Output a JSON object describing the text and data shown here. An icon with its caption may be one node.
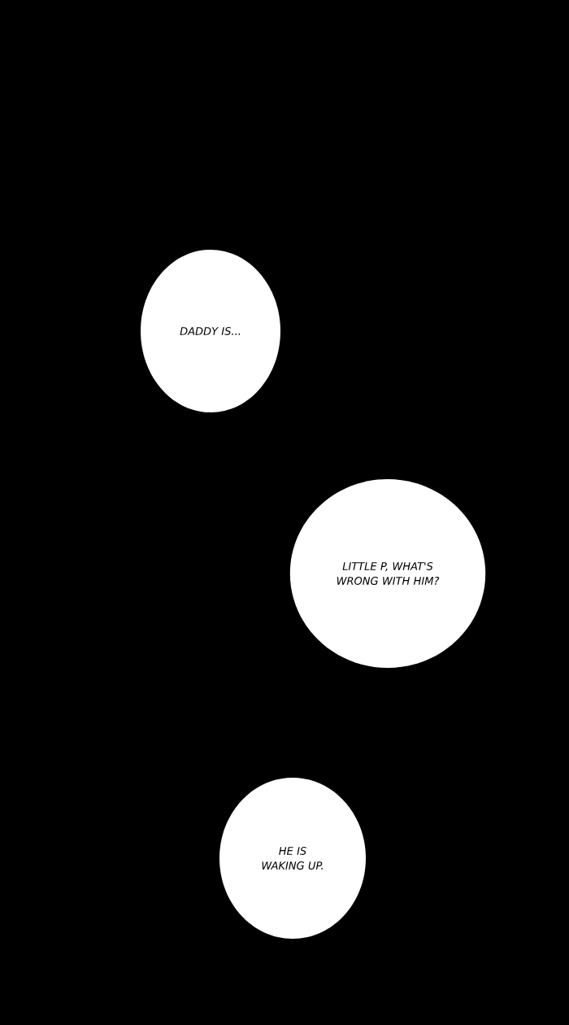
{
  "diagram": {
    "nodes": [
      {
        "text": [
          "DADDY IS..."
        ]
      },
      {
        "text": [
          "LITTLE P, WHAT'S WRONG WITH HIM?"
        ]
      },
      {
        "text": [
          "HE IS WAKING UP."
        ]
      }
    ]
  }
}
